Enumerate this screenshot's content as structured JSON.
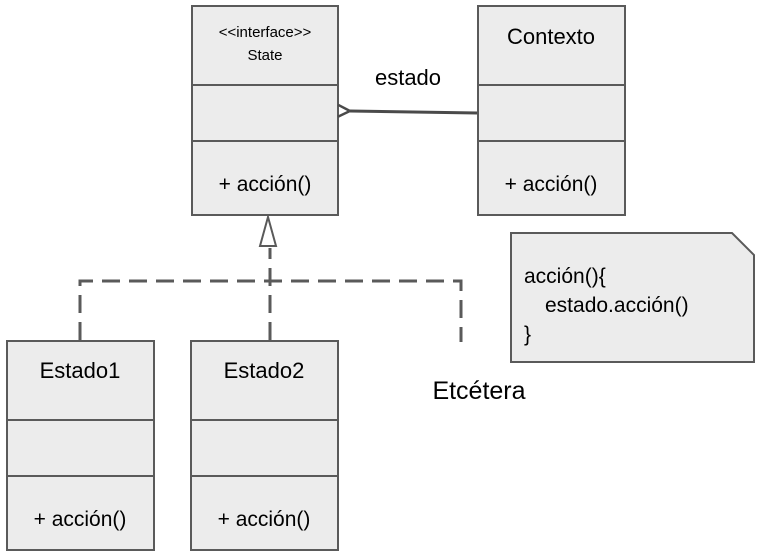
{
  "colors": {
    "box_fill": "#ececec",
    "box_stroke": "#5a5a5a",
    "line": "#4a4a4a",
    "text": "#000000"
  },
  "state": {
    "stereotype": "<<interface>>",
    "name": "State",
    "method": "+ acción()"
  },
  "contexto": {
    "name": "Contexto",
    "method": "+ acción()"
  },
  "association": {
    "label": "estado"
  },
  "estado1": {
    "name": "Estado1",
    "method": "+ acción()"
  },
  "estado2": {
    "name": "Estado2",
    "method": "+ acción()"
  },
  "etcetera": {
    "label": "Etcétera"
  },
  "note": {
    "lines": [
      "acción(){",
      "estado.acción()",
      "}"
    ]
  }
}
